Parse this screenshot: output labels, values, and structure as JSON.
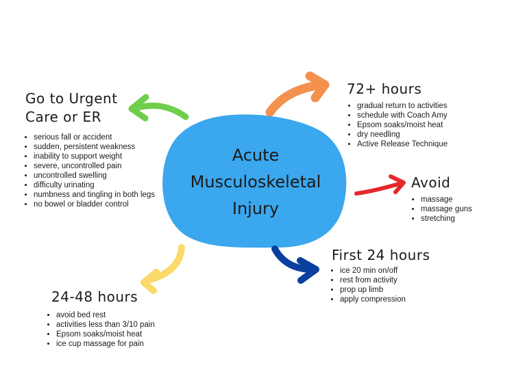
{
  "center": {
    "lines": [
      "Acute",
      "Musculoskeletal",
      "Injury"
    ],
    "color": "#3aa7ee"
  },
  "branches": [
    {
      "key": "urgent",
      "heading_lines": [
        "Go to Urgent",
        "Care or ER"
      ],
      "arrow_color": "#6fce4a",
      "items": [
        "serious fall or accident",
        "sudden, persistent weakness",
        "inability to support weight",
        "severe, uncontrolled pain",
        "uncontrolled swelling",
        "difficulty urinating",
        "numbness and tingling in both legs",
        "no bowel or bladder control"
      ]
    },
    {
      "key": "72h",
      "heading_lines": [
        "72+ hours"
      ],
      "arrow_color": "#f4914f",
      "items": [
        "gradual return to activities",
        "schedule with Coach Amy",
        "Epsom soaks/moist heat",
        "dry needling",
        "Active Release Technique"
      ]
    },
    {
      "key": "avoid",
      "heading_lines": [
        "Avoid"
      ],
      "arrow_color": "#e5282a",
      "items": [
        "massage",
        "massage guns",
        "stretching"
      ]
    },
    {
      "key": "first24",
      "heading_lines": [
        "First 24 hours"
      ],
      "arrow_color": "#0b3f9e",
      "items": [
        "ice 20 min on/off",
        "rest from activity",
        "prop up limb",
        "apply compression"
      ]
    },
    {
      "key": "24to48",
      "heading_lines": [
        "24-48 hours"
      ],
      "arrow_color": "#fbd96a",
      "items": [
        "avoid bed rest",
        "activities  less than 3/10 pain",
        "Epsom soaks/moist heat",
        "ice cup massage for pain"
      ]
    }
  ]
}
